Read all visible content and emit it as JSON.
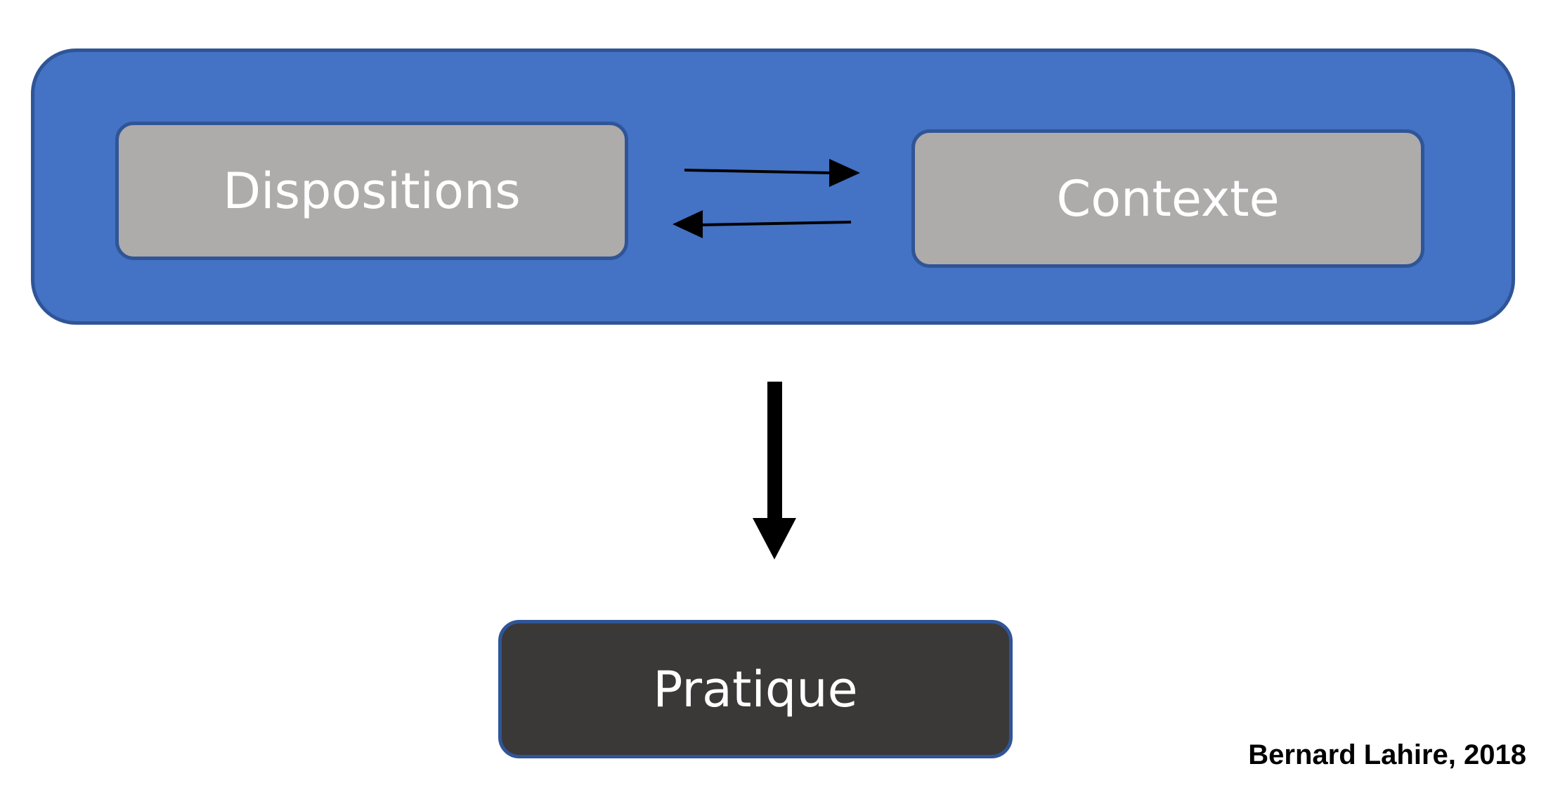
{
  "diagram": {
    "nodes": {
      "dispositions": {
        "label": "Dispositions"
      },
      "contexte": {
        "label": "Contexte"
      },
      "pratique": {
        "label": "Pratique"
      }
    },
    "attribution": "Bernard Lahire, 2018"
  },
  "colors": {
    "container_fill": "#4472c4",
    "border": "#2f5597",
    "gray_node_fill": "#aeabab",
    "dark_node_fill": "#3b3838",
    "label_text": "#ffffff",
    "arrow": "#000000"
  }
}
